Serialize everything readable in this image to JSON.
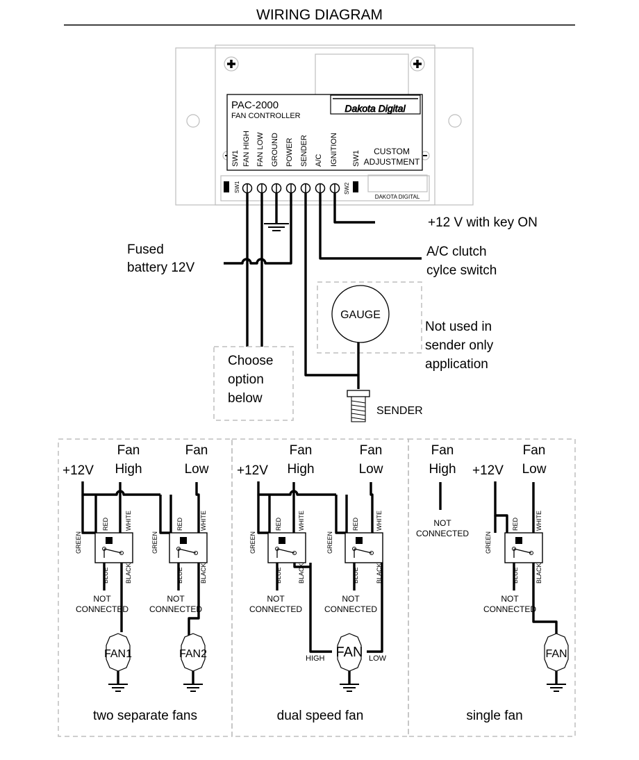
{
  "title": "WIRING DIAGRAM",
  "controller": {
    "model": "PAC-2000",
    "subtitle": "FAN CONTROLLER",
    "brand": "Dakota Digital",
    "brand_small": "DAKOTA DIGITAL",
    "terminals": [
      "SW1",
      "FAN HIGH",
      "FAN LOW",
      "GROUND",
      "POWER",
      "SENDER",
      "A/C",
      "IGNITION",
      "SW1"
    ],
    "custom_line1": "CUSTOM",
    "custom_line2": "ADJUSTMENT",
    "sw1_small": "SW1",
    "sw2_small": "SW2"
  },
  "labels": {
    "ignition": "+12 V with key ON",
    "ac_line1": "A/C clutch",
    "ac_line2": "cylce switch",
    "fused_line1": "Fused",
    "fused_line2": "battery 12V",
    "gauge": "GAUGE",
    "not_used_line1": "Not used in",
    "not_used_line2": "sender only",
    "not_used_line3": "application",
    "choose_line1": "Choose",
    "choose_line2": "option",
    "choose_line3": "below",
    "sender": "SENDER"
  },
  "relay": {
    "green": "GREEN",
    "red": "RED",
    "white": "WHITE",
    "blue": "BLUE",
    "black": "BLACK"
  },
  "common": {
    "plus12v": "+12V",
    "fan": "Fan",
    "high": "High",
    "low": "Low",
    "not": "NOT",
    "connected": "CONNECTED"
  },
  "options": [
    {
      "caption": "two separate fans",
      "fan1": "FAN1",
      "fan2": "FAN2"
    },
    {
      "caption": "dual speed fan",
      "fan": "FAN",
      "high_tag": "HIGH",
      "low_tag": "LOW"
    },
    {
      "caption": "single fan",
      "fan": "FAN"
    }
  ]
}
